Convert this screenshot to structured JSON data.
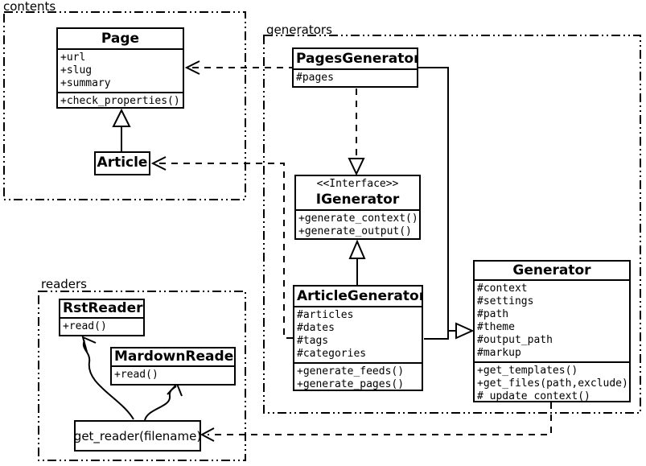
{
  "packages": {
    "contents": {
      "label": "contents"
    },
    "generators": {
      "label": "generators"
    },
    "readers": {
      "label": "readers"
    }
  },
  "classes": {
    "page": {
      "title": "Page",
      "attrs": [
        "+url",
        "+slug",
        "+summary"
      ],
      "methods": [
        "+check_properties()"
      ]
    },
    "article": {
      "title": "Article"
    },
    "pages_generator": {
      "title": "PagesGenerator",
      "attrs": [
        "#pages"
      ]
    },
    "igenerator": {
      "stereotype": "<<Interface>>",
      "title": "IGenerator",
      "methods": [
        "+generate_context()",
        "+generate_output()"
      ]
    },
    "article_generator": {
      "title": "ArticleGenerator",
      "attrs": [
        "#articles",
        "#dates",
        "#tags",
        "#categories"
      ],
      "methods": [
        "+generate_feeds()",
        "+generate_pages()"
      ]
    },
    "generator": {
      "title": "Generator",
      "attrs": [
        "#context",
        "#settings",
        "#path",
        "#theme",
        "#output_path",
        "#markup"
      ],
      "methods": [
        "+get_templates()",
        "+get_files(path,exclude)",
        "#_update_context()"
      ]
    },
    "rst_reader": {
      "title": "RstReader",
      "methods": [
        "+read()"
      ]
    },
    "markdown_reader": {
      "title": "MardownReader",
      "methods": [
        "+read()"
      ]
    },
    "get_reader": {
      "label": "get_reader(filename)"
    }
  },
  "colors": {
    "stroke": "#000000",
    "background": "#ffffff"
  }
}
